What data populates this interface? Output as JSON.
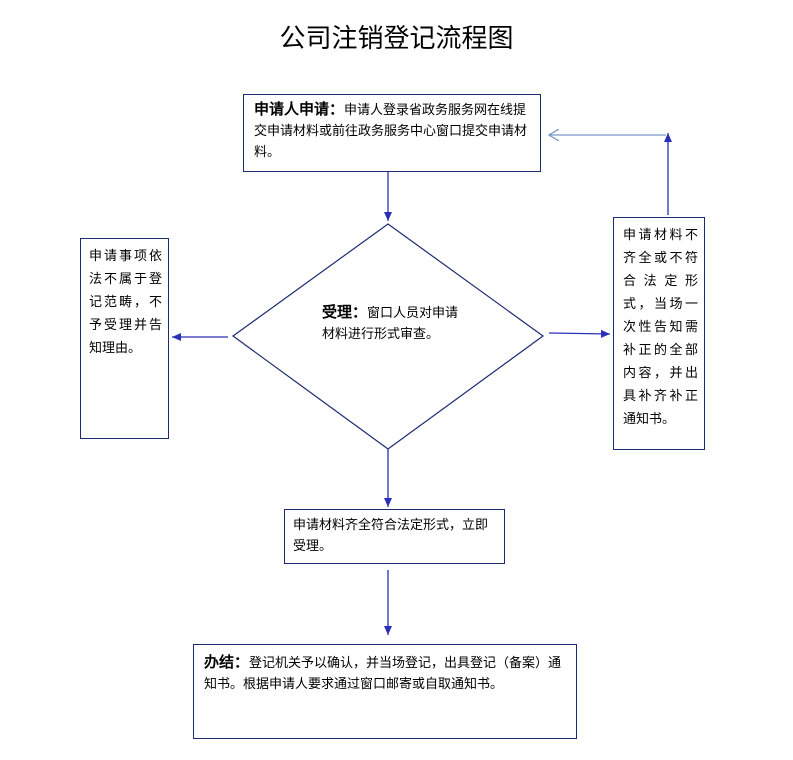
{
  "title": "公司注销登记流程图",
  "apply": {
    "label": "申请人申请：",
    "text": "申请人登录省政务服务网在线提交申请材料或前往政务服务中心窗口提交申请材料。"
  },
  "accept": {
    "label": "受理：",
    "text": "窗口人员对申请材料进行形式审查。"
  },
  "reject": {
    "text": "申请事项依法不属于登记范畴，不予受理并告知理由。"
  },
  "supplement": {
    "text": "申请材料不齐全或不符合法定形式，当场一次性告知需补正的全部内容，并出具补齐补正通知书。"
  },
  "accepted": {
    "text": "申请材料齐全符合法定形式，立即受理。"
  },
  "complete": {
    "label": "办结：",
    "text": "登记机关予以确认，并当场登记，出具登记（备案）通知书。根据申请人要求通过窗口邮寄或自取通知书。"
  },
  "colors": {
    "border": "#1c2a70",
    "arrow": "#2a2fb8",
    "return_arrow": "#7b97c9"
  }
}
